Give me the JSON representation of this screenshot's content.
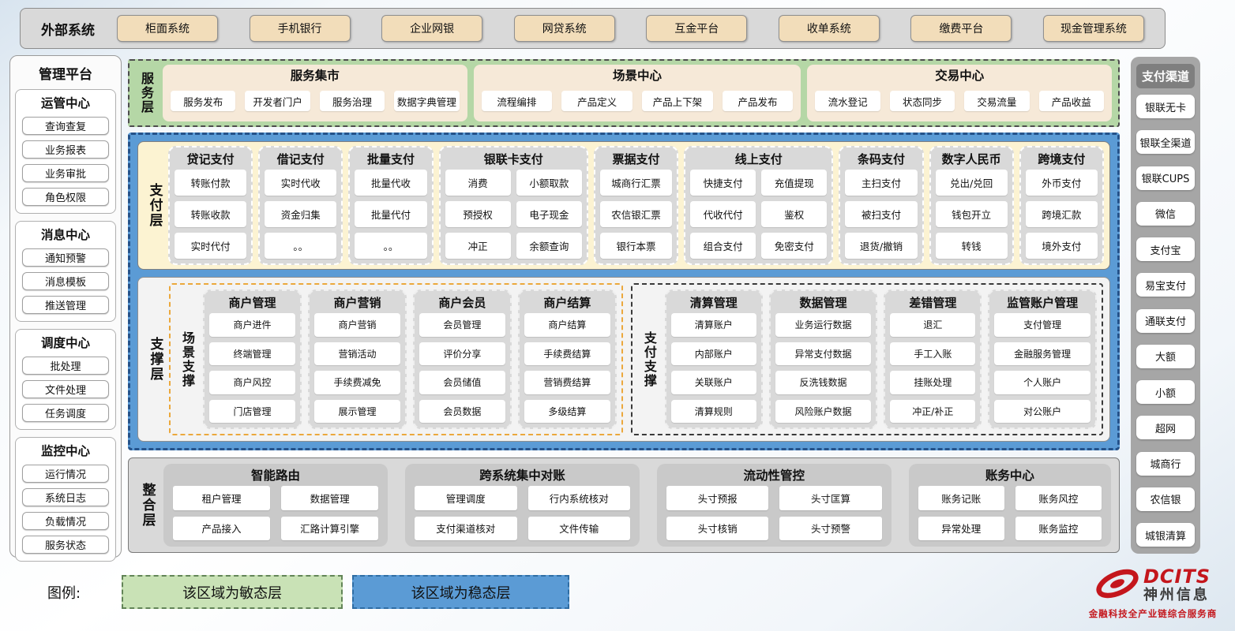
{
  "external_systems": {
    "label": "外部系统",
    "items": [
      "柜面系统",
      "手机银行",
      "企业网银",
      "网贷系统",
      "互金平台",
      "收单系统",
      "缴费平台",
      "现金管理系统"
    ]
  },
  "management_platform": {
    "title": "管理平台",
    "sections": [
      {
        "title": "运管中心",
        "items": [
          "查询查复",
          "业务报表",
          "业务审批",
          "角色权限"
        ]
      },
      {
        "title": "消息中心",
        "items": [
          "通知预警",
          "消息模板",
          "推送管理"
        ]
      },
      {
        "title": "调度中心",
        "items": [
          "批处理",
          "文件处理",
          "任务调度"
        ]
      },
      {
        "title": "监控中心",
        "items": [
          "运行情况",
          "系统日志",
          "负载情况",
          "服务状态"
        ]
      }
    ]
  },
  "service_layer": {
    "label": "服务层",
    "centers": [
      {
        "title": "服务集市",
        "items": [
          "服务发布",
          "开发者门户",
          "服务治理",
          "数据字典管理"
        ]
      },
      {
        "title": "场景中心",
        "items": [
          "流程编排",
          "产品定义",
          "产品上下架",
          "产品发布"
        ]
      },
      {
        "title": "交易中心",
        "items": [
          "流水登记",
          "状态同步",
          "交易流量",
          "产品收益"
        ]
      }
    ]
  },
  "payment_layer": {
    "label": "支付层",
    "columns": [
      {
        "title": "贷记支付",
        "items": [
          "转账付款",
          "转账收款",
          "实时代付"
        ]
      },
      {
        "title": "借记支付",
        "items": [
          "实时代收",
          "资金归集",
          "。。"
        ]
      },
      {
        "title": "批量支付",
        "items": [
          "批量代收",
          "批量代付",
          "。。"
        ]
      },
      {
        "title": "银联卡支付",
        "items": [
          "消费",
          "小额取款",
          "预授权",
          "电子现金",
          "冲正",
          "余额查询"
        ]
      },
      {
        "title": "票据支付",
        "items": [
          "城商行汇票",
          "农信银汇票",
          "银行本票"
        ]
      },
      {
        "title": "线上支付",
        "items": [
          "快捷支付",
          "充值提现",
          "代收代付",
          "鉴权",
          "组合支付",
          "免密支付"
        ]
      },
      {
        "title": "条码支付",
        "items": [
          "主扫支付",
          "被扫支付",
          "退货/撤销"
        ]
      },
      {
        "title": "数字人民币",
        "items": [
          "兑出/兑回",
          "钱包开立",
          "转钱"
        ]
      },
      {
        "title": "跨境支付",
        "items": [
          "外币支付",
          "跨境汇款",
          "境外支付"
        ]
      }
    ]
  },
  "support_layer": {
    "label": "支撑层",
    "scene": {
      "label": "场景支撑",
      "columns": [
        {
          "title": "商户管理",
          "items": [
            "商户进件",
            "终端管理",
            "商户风控",
            "门店管理"
          ]
        },
        {
          "title": "商户营销",
          "items": [
            "商户营销",
            "营销活动",
            "手续费减免",
            "展示管理"
          ]
        },
        {
          "title": "商户会员",
          "items": [
            "会员管理",
            "评价分享",
            "会员储值",
            "会员数据"
          ]
        },
        {
          "title": "商户结算",
          "items": [
            "商户结算",
            "手续费结算",
            "营销费结算",
            "多级结算"
          ]
        }
      ]
    },
    "pay": {
      "label": "支付支撑",
      "columns": [
        {
          "title": "清算管理",
          "items": [
            "清算账户",
            "内部账户",
            "关联账户",
            "清算规则"
          ]
        },
        {
          "title": "数据管理",
          "items": [
            "业务运行数据",
            "异常支付数据",
            "反洗钱数据",
            "风险账户数据"
          ]
        },
        {
          "title": "差错管理",
          "items": [
            "退汇",
            "手工入账",
            "挂账处理",
            "冲正/补正"
          ]
        },
        {
          "title": "监管账户管理",
          "items": [
            "支付管理",
            "金融服务管理",
            "个人账户",
            "对公账户"
          ]
        }
      ]
    }
  },
  "integration_layer": {
    "label": "整合层",
    "groups": [
      {
        "title": "智能路由",
        "items": [
          "租户管理",
          "数据管理",
          "产品接入",
          "汇路计算引擎"
        ]
      },
      {
        "title": "跨系统集中对账",
        "items": [
          "管理调度",
          "行内系统核对",
          "支付渠道核对",
          "文件传输"
        ]
      },
      {
        "title": "流动性管控",
        "items": [
          "头寸预报",
          "头寸匡算",
          "头寸核销",
          "头寸预警"
        ]
      },
      {
        "title": "账务中心",
        "items": [
          "账务记账",
          "账务风控",
          "异常处理",
          "账务监控"
        ]
      }
    ]
  },
  "payment_channels": {
    "title": "支付渠道",
    "items": [
      "银联无卡",
      "银联全渠道",
      "银联CUPS",
      "微信",
      "支付宝",
      "易宝支付",
      "通联支付",
      "大额",
      "小额",
      "超网",
      "城商行",
      "农信银",
      "城银清算"
    ]
  },
  "legend": {
    "label": "图例:",
    "agile": "该区域为敏态层",
    "stable": "该区域为稳态层"
  },
  "logo": {
    "brand": "DCITS",
    "company": "神州信息",
    "tagline": "金融科技全产业链综合服务商"
  },
  "colors": {
    "agile_green": "#b5d7a6",
    "stable_blue": "#5b9bd5",
    "brand_red": "#c4161c"
  }
}
